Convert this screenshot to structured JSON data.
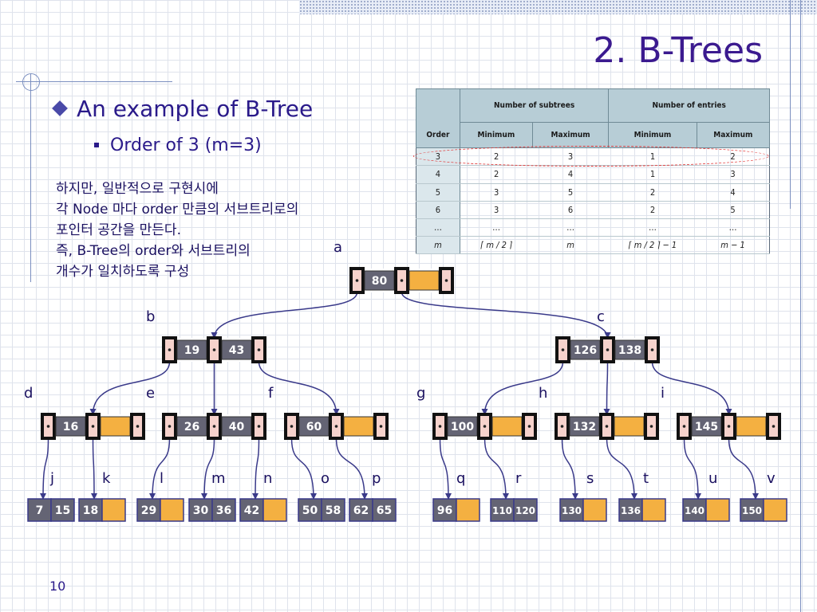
{
  "slide": {
    "title": "2. B-Trees",
    "bullet1": "An example of B-Tree",
    "bullet2": "Order of 3 (m=3)",
    "note_lines": [
      "하지만, 일반적으로 구현시에",
      "각 Node 마다 order 만큼의 서브트리로의",
      "포인터 공간을 만든다.",
      "즉, B-Tree의 order와 서브트리의",
      "개수가 일치하도록 구성"
    ],
    "page_number": "10"
  },
  "order_table": {
    "group_headers": [
      "Number of subtrees",
      "Number of entries"
    ],
    "sub_headers": [
      "Order",
      "Minimum",
      "Maximum",
      "Minimum",
      "Maximum"
    ],
    "rows": [
      [
        "3",
        "2",
        "3",
        "1",
        "2"
      ],
      [
        "4",
        "2",
        "4",
        "1",
        "3"
      ],
      [
        "5",
        "3",
        "5",
        "2",
        "4"
      ],
      [
        "6",
        "3",
        "6",
        "2",
        "5"
      ],
      [
        "…",
        "…",
        "…",
        "…",
        "…"
      ],
      [
        "m",
        "⌈ m / 2 ⌉",
        "m",
        "⌈ m / 2 ⌉ − 1",
        "m − 1"
      ]
    ],
    "highlight_color": "#e03030"
  },
  "tree": {
    "colors": {
      "pointer_cell": "#f6d2cc",
      "key_cell": "#646474",
      "empty_cell": "#f4b041",
      "border": "#111111",
      "edge": "#3a3a8a"
    },
    "internal_nodes": [
      {
        "label": "a",
        "keys": [
          "80"
        ]
      },
      {
        "label": "b",
        "keys": [
          "19",
          "43"
        ]
      },
      {
        "label": "c",
        "keys": [
          "126",
          "138"
        ]
      },
      {
        "label": "d",
        "keys": [
          "16"
        ]
      },
      {
        "label": "e",
        "keys": [
          "26",
          "40"
        ]
      },
      {
        "label": "f",
        "keys": [
          "60"
        ]
      },
      {
        "label": "g",
        "keys": [
          "100"
        ]
      },
      {
        "label": "h",
        "keys": [
          "132"
        ]
      },
      {
        "label": "i",
        "keys": [
          "145"
        ]
      }
    ],
    "leaves": [
      {
        "label": "j",
        "keys": [
          "7",
          "15"
        ]
      },
      {
        "label": "k",
        "keys": [
          "18"
        ]
      },
      {
        "label": "l",
        "keys": [
          "29"
        ]
      },
      {
        "label": "m",
        "keys": [
          "30",
          "36"
        ]
      },
      {
        "label": "n",
        "keys": [
          "42"
        ]
      },
      {
        "label": "o",
        "keys": [
          "50",
          "58"
        ]
      },
      {
        "label": "p",
        "keys": [
          "62",
          "65"
        ]
      },
      {
        "label": "q",
        "keys": [
          "96"
        ]
      },
      {
        "label": "r",
        "keys": [
          "110",
          "120"
        ]
      },
      {
        "label": "s",
        "keys": [
          "130"
        ]
      },
      {
        "label": "t",
        "keys": [
          "136"
        ]
      },
      {
        "label": "u",
        "keys": [
          "140"
        ]
      },
      {
        "label": "v",
        "keys": [
          "150"
        ]
      }
    ]
  }
}
